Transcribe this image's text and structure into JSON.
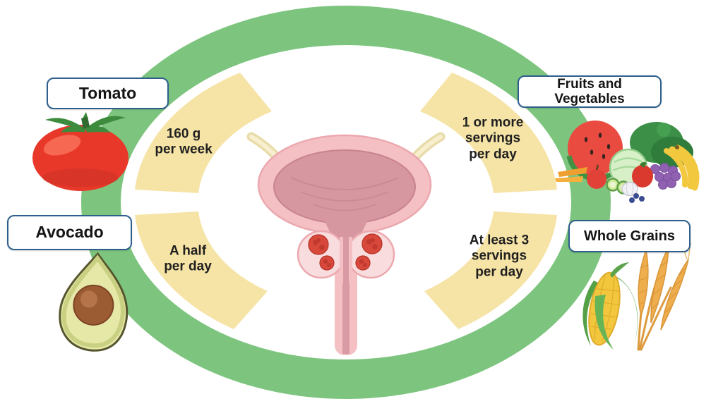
{
  "title": "Diet recommendations for bladder health infographic",
  "colors": {
    "ring_green": "#7dc57f",
    "arc_yellow": "#f6e3a6",
    "label_border": "#2e5f8c",
    "text_dark": "#1f1f1f"
  },
  "center_illustration": "urinary-bladder-with-prostate-tumors",
  "items": [
    {
      "id": "tomato",
      "label": "Tomato",
      "serving": "160 g\nper week"
    },
    {
      "id": "fruits-vegetables",
      "label": "Fruits and\nVegetables",
      "serving": "1 or more\nservings\nper day"
    },
    {
      "id": "avocado",
      "label": "Avocado",
      "serving": "A half\nper day"
    },
    {
      "id": "whole-grains",
      "label": "Whole Grains",
      "serving": "At least 3\nservings\nper day"
    }
  ]
}
